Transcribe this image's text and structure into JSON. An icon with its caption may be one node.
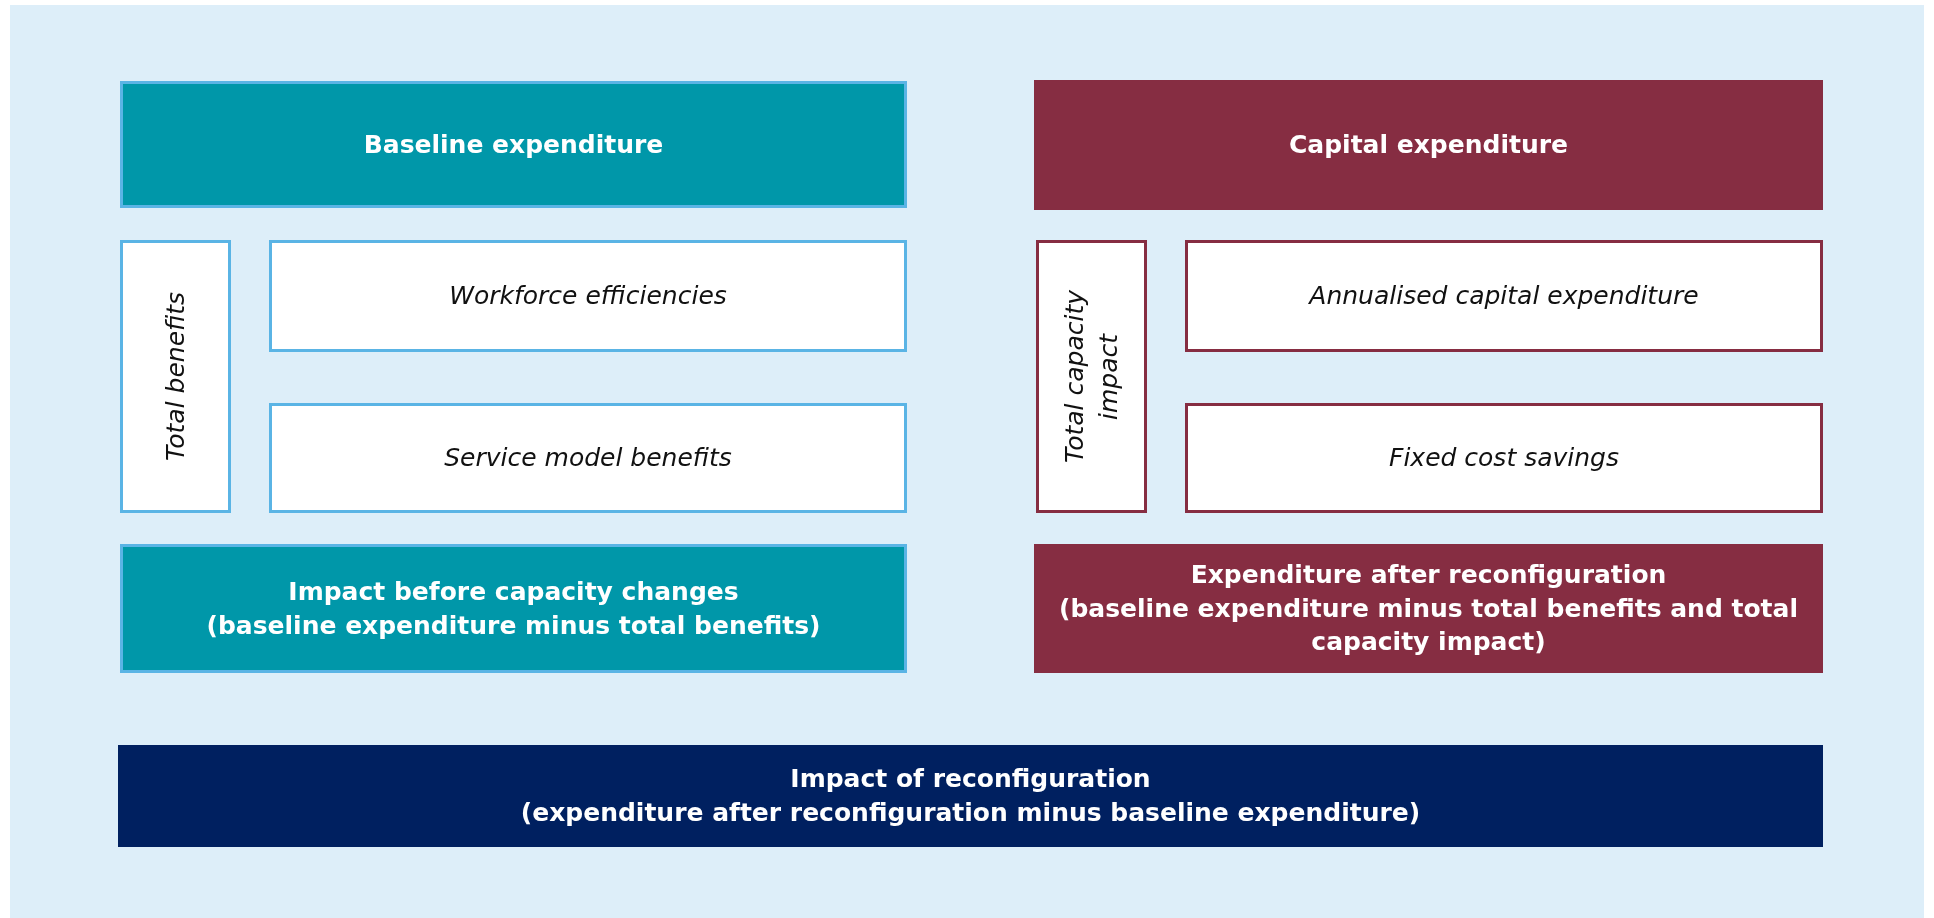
{
  "diagram": {
    "nodes": [
      {
        "text": [
          "Baseline expenditure"
        ]
      },
      {
        "text": [
          "Capital expenditure"
        ]
      },
      {
        "text": [
          "Total benefits"
        ]
      },
      {
        "text": [
          "Workforce efficiencies"
        ]
      },
      {
        "text": [
          "Total capacity impact"
        ]
      },
      {
        "text": [
          "Annualised capital expenditure"
        ]
      },
      {
        "text": [
          "Service model benefits"
        ]
      },
      {
        "text": [
          "Fixed cost savings"
        ]
      },
      {
        "text": [
          "Impact before capacity changes",
          "(baseline expenditure minus total benefits)"
        ]
      },
      {
        "text": [
          "Expenditure after reconfiguration",
          "(baseline expenditure minus total benefits and total capacity impact)"
        ]
      },
      {
        "text": [
          "Impact of reconfiguration",
          "(expenditure after reconfiguration minus baseline expenditure)"
        ]
      }
    ]
  }
}
